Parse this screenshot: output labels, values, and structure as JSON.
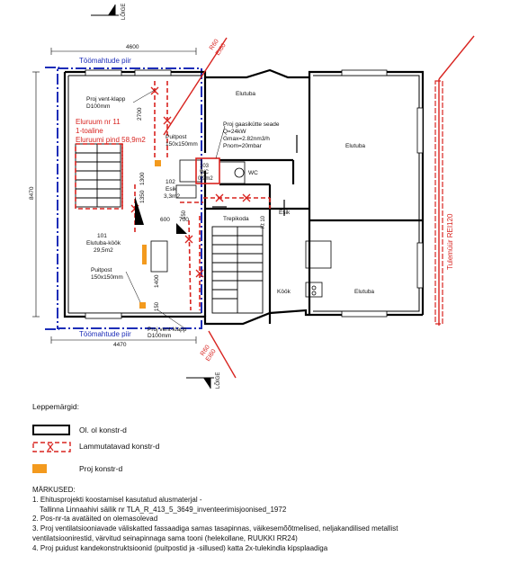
{
  "plan": {
    "section_marker": "LÕIGE",
    "dim_top": "4600",
    "dim_bottom": "4470",
    "dim_left": "8470",
    "dim_2700": "2700",
    "dim_1300": "1300",
    "dim_1350": "1350",
    "dim_600": "600",
    "dim_700": "700",
    "dim_1400": "1400",
    "dim_150a": "150",
    "dim_150b": "150",
    "workarea_top": "Töömahtude piir",
    "workarea_bottom": "Töömahtude piir",
    "fire_ei60_top_1": "R60",
    "fire_ei60_top_2": "EI60",
    "fire_ei60_bot_1": "R60",
    "fire_ei60_bot_2": "EI60",
    "firewall": "Tulemüür REI120",
    "apartment_line1": "Eluruum nr 11",
    "apartment_line2": "1-toaline",
    "apartment_line3": "Eluruumi pind 58,9m2",
    "vent_top_1": "Proj vent-klapp",
    "vent_top_2": "D100mm",
    "vent_bot_1": "Proj vent-klapp",
    "vent_bot_2": "D100mm",
    "post_top_1": "Puitpost",
    "post_top_2": "150x150mm",
    "post_bot_1": "Puitpost",
    "post_bot_2": "150x150mm",
    "gas_1": "Proj gaasikütte seade",
    "gas_2": "Q=24kW",
    "gas_3": "Gmax=2.82nm3/h",
    "gas_4": "Pnom=20mbar",
    "room_101_1": "101",
    "room_101_2": "Elutuba-köök",
    "room_101_3": "29,5m2",
    "room_102_1": "102",
    "room_102_2": "Esik",
    "room_102_3": "3,3m2",
    "room_103_1": "103",
    "room_103_2": "WC",
    "room_103_3": "0,9m2",
    "elutuba_1": "Elutuba",
    "elutuba_2": "Elutuba",
    "elutuba_3": "Elutuba",
    "wc": "WC",
    "esik": "Esik",
    "trepikoda": "Trepikoda",
    "kook": "Köök",
    "kt": "Kt 10"
  },
  "legend": {
    "title": "Leppemärgid:",
    "item1": "Ol. ol konstr-d",
    "item2": "Lammutatavad konstr-d",
    "item3": "Proj konstr-d",
    "notes_title": "MÄRKUSED:",
    "note1a": "1. Ehitusprojekti koostamisel kasutatud alusmaterjal -",
    "note1b": "Tallinna Linnaahivi säilik nr TLA_R_413_5_3649_inventeerimisjoonised_1972",
    "note2": "2. Pos-nr-ta avatäited on olemasolevad",
    "note3a": "3. Proj ventilatsiooniavade väliskatted fassaadiga samas tasapinnas, väikesemõõtmelised, neljakandilised metallist",
    "note3b": "ventilatsioonirestid, värvitud seinapinnaga sama tooni (helekollane, RUUKKI RR24)",
    "note4": "4. Proj puidust kandekonstruktsioonid (puitpostid ja -sillused) katta 2x-tulekindla kipsplaadiga"
  },
  "colors": {
    "existing": "#000000",
    "demolish": "#d8231f",
    "projected": "#f39a1e",
    "boundary": "#1c2db8"
  }
}
